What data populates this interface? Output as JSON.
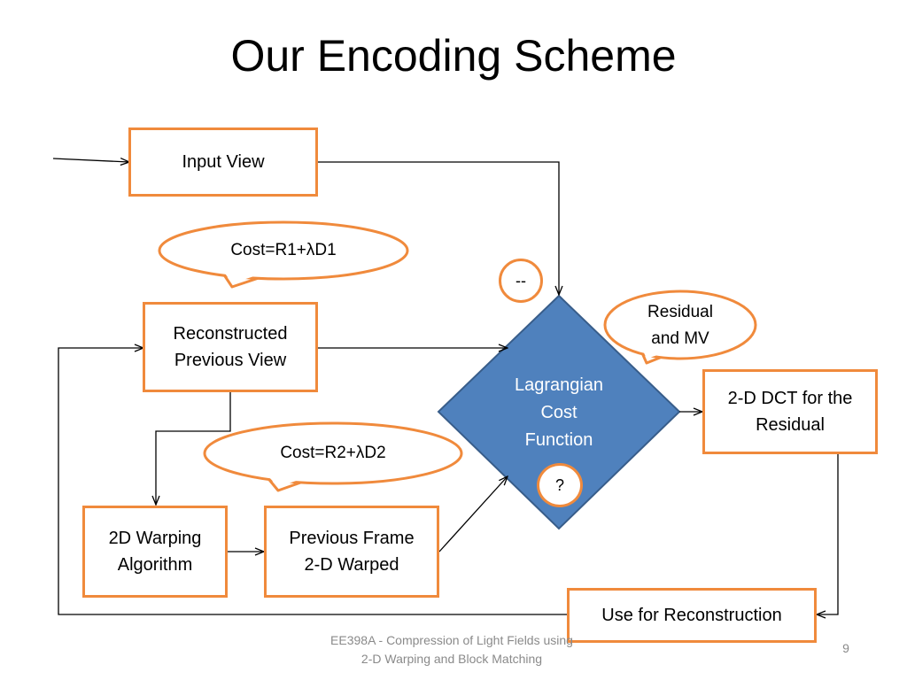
{
  "slide": {
    "title": "Our Encoding Scheme",
    "footer": "EE398A - Compression of Light Fields using\n2-D Warping and Block Matching",
    "page_number": "9"
  },
  "nodes": {
    "input_view": "Input View",
    "reconstructed_previous_view": "Reconstructed\nPrevious View",
    "warping_algorithm": "2D Warping\nAlgorithm",
    "previous_frame_warped": "Previous Frame\n2-D Warped",
    "lagrangian_cost_function": "Lagrangian\nCost\nFunction",
    "dct_residual": "2-D DCT for the\nResidual",
    "use_for_reconstruction": "Use for Reconstruction"
  },
  "callouts": {
    "cost_1": "Cost=R1+λD1",
    "cost_2": "Cost=R2+λD2",
    "residual_mv": "Residual\nand MV"
  },
  "badges": {
    "minus": "--",
    "question": "?"
  },
  "colors": {
    "box_border": "#f08a3c",
    "diamond_fill": "#4f81bd",
    "diamond_border": "#385d8a",
    "arrow": "#000000",
    "footer_text": "#8a8a8a"
  }
}
